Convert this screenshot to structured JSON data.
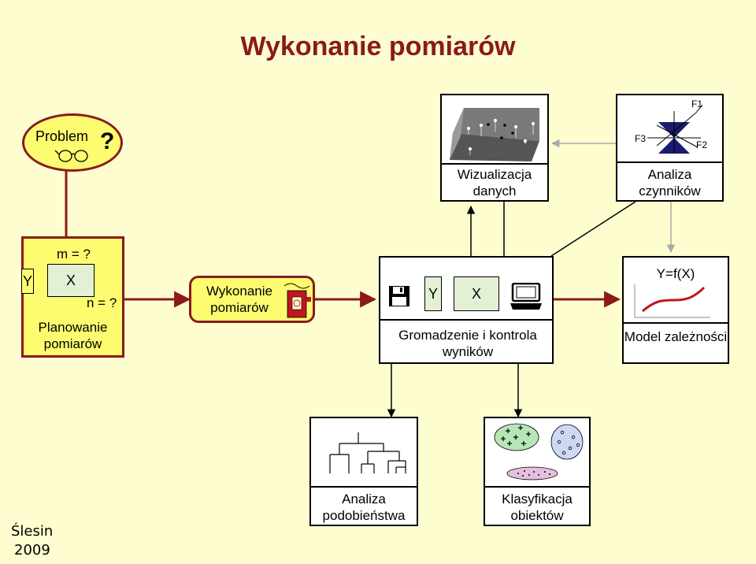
{
  "title": "Wykonanie pomiarów",
  "problem": {
    "label": "Problem",
    "mark": "?"
  },
  "planning": {
    "m": "m = ?",
    "n": "n = ?",
    "y": "Y",
    "x": "X",
    "caption": "Planowanie pomiarów"
  },
  "execution": {
    "caption": "Wykonanie pomiarów"
  },
  "gathering": {
    "y": "Y",
    "x": "X",
    "caption": "Gromadzenie i kontrola wyników"
  },
  "model": {
    "formula": "Y=f(X)",
    "caption": "Model zależności"
  },
  "visualization": {
    "caption": "Wizualizacja danych"
  },
  "factor": {
    "f1": "F1",
    "f2": "F2",
    "f3": "F3",
    "caption": "Analiza czynników"
  },
  "similarity": {
    "caption": "Analiza podobieństwa"
  },
  "classification": {
    "caption": "Klasyfikacja obiektów"
  },
  "signature": {
    "author": "Ślesin",
    "year": "2009"
  },
  "colors": {
    "arrow": "#8b1a1a",
    "title": "#8b1a1a",
    "panel": "#fdfb70",
    "background": "#fdfdd0"
  }
}
